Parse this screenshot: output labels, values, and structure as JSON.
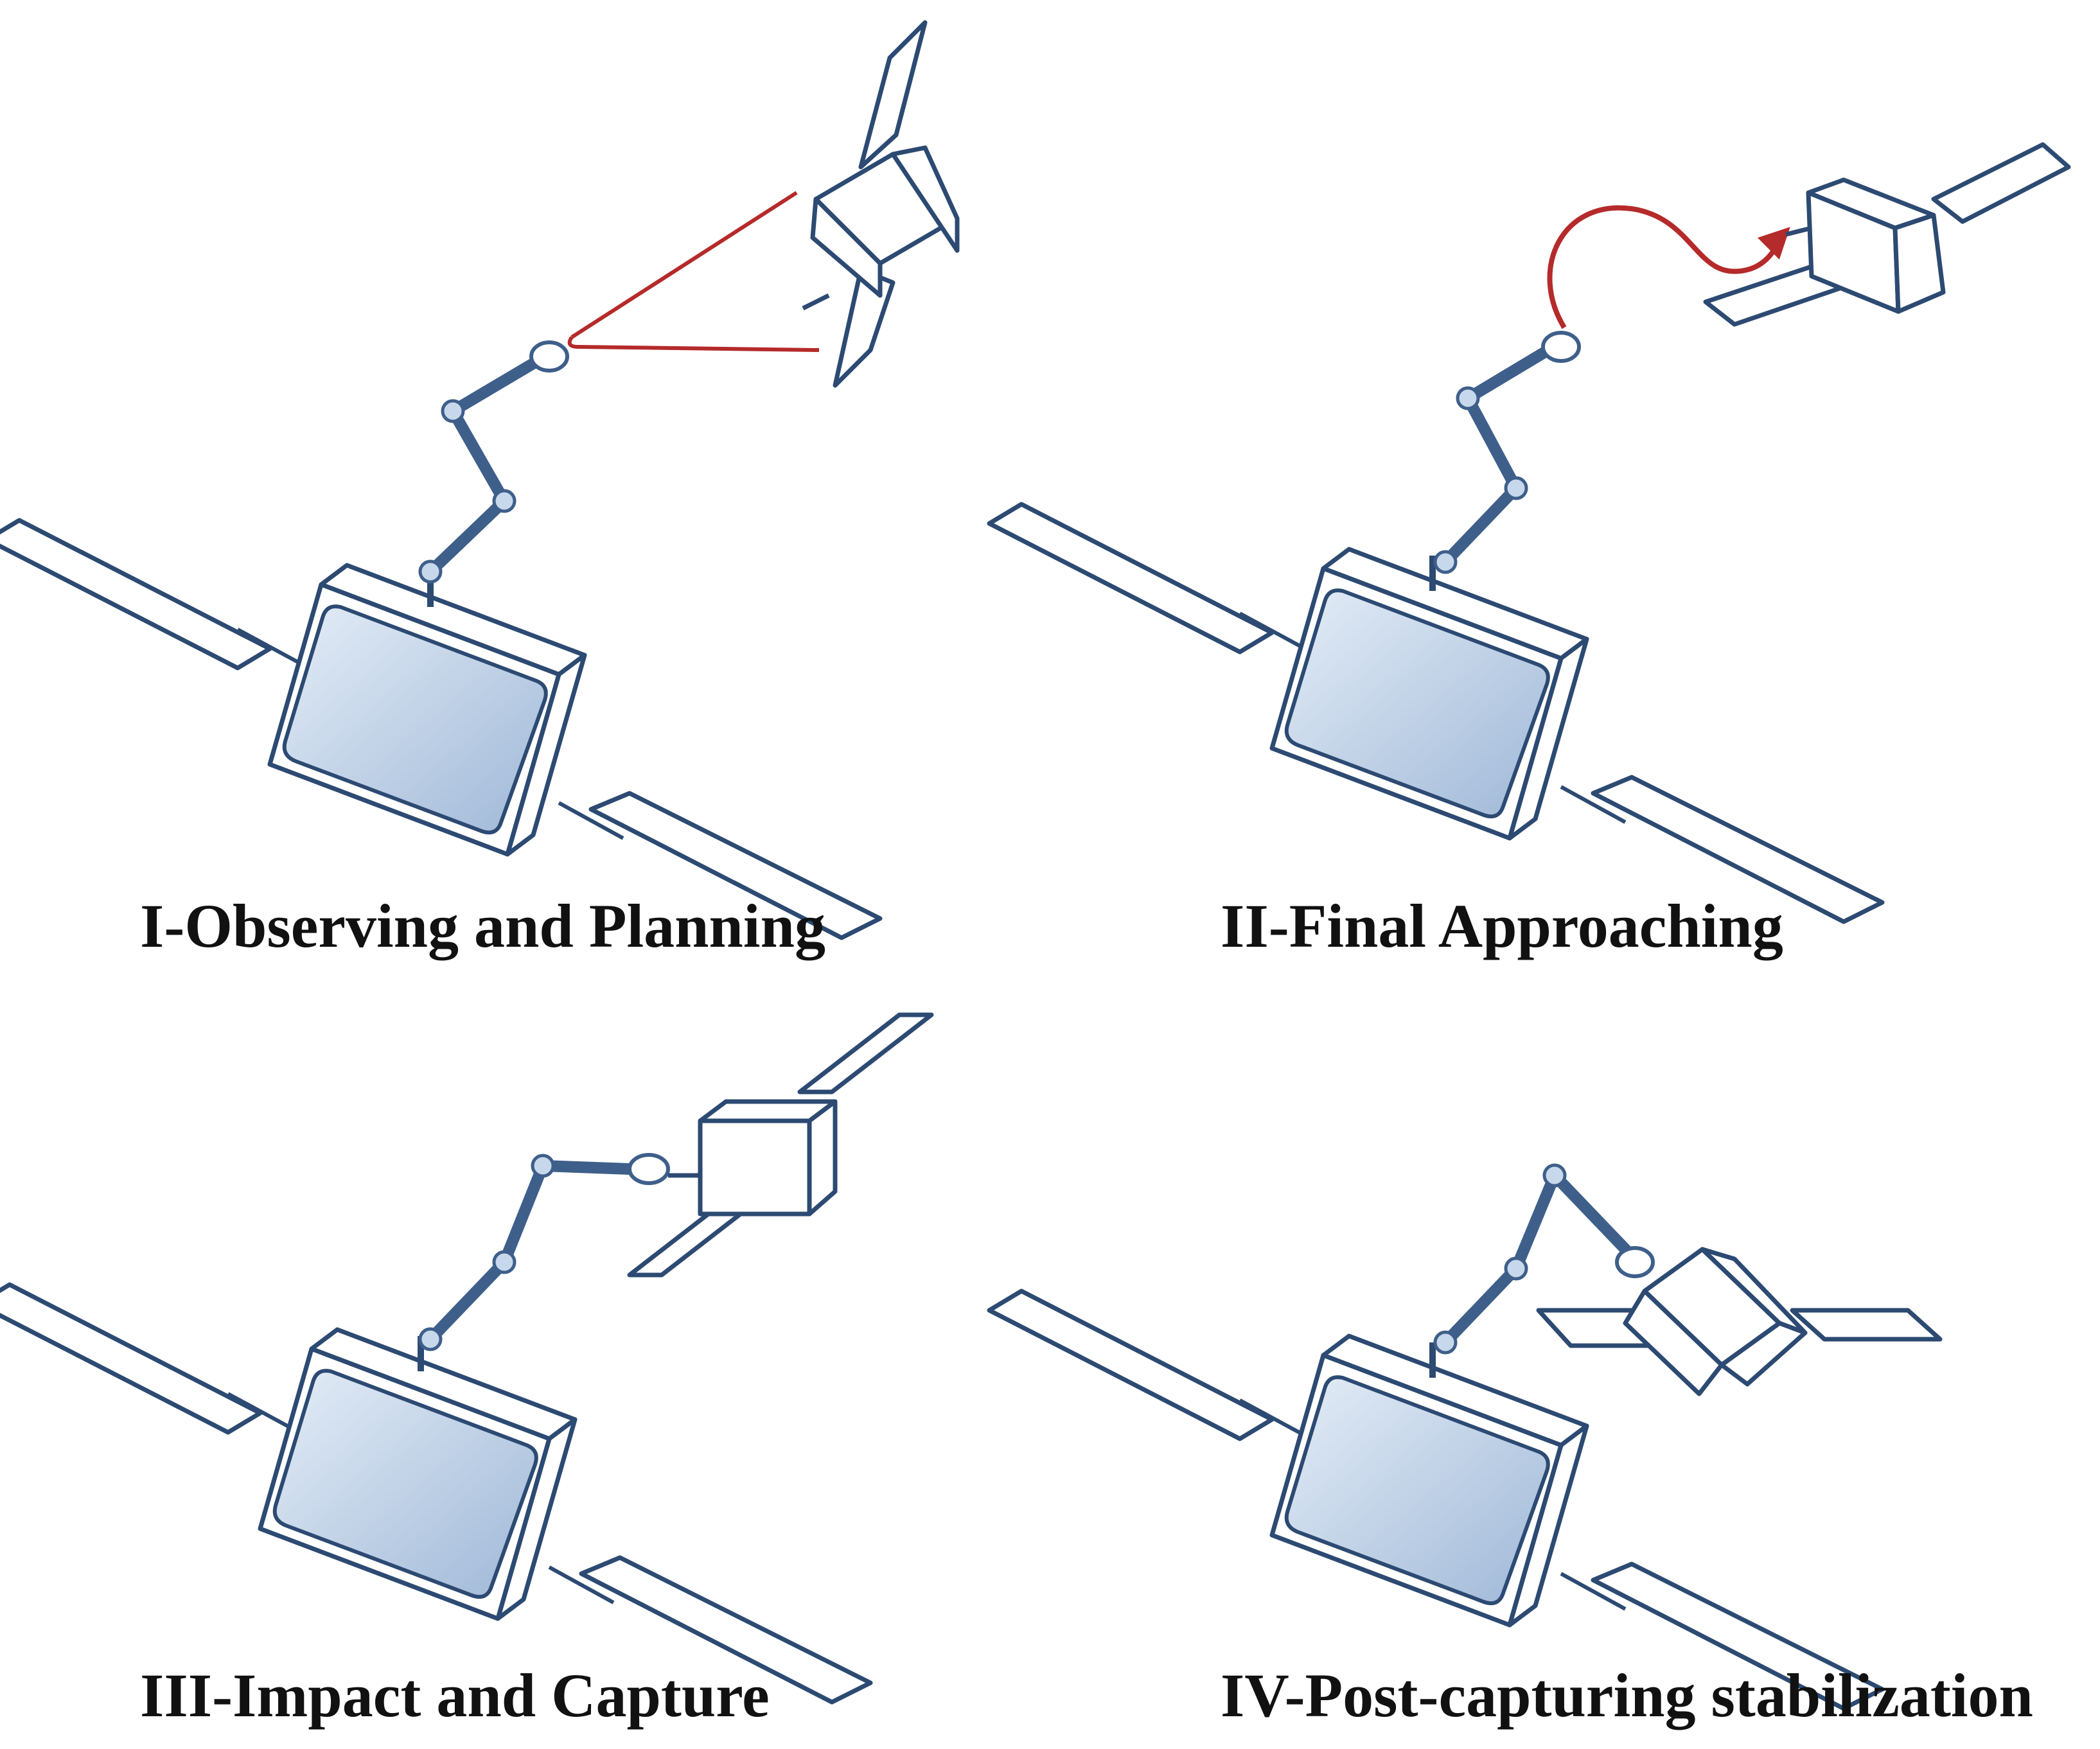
{
  "panels": [
    {
      "caption": "I-Observing and Planning"
    },
    {
      "caption": "II-Final Approaching"
    },
    {
      "caption": "III-Impact and Capture"
    },
    {
      "caption": "IV-Post-capturing stabilization"
    }
  ],
  "colors": {
    "outline": "#2c4a72",
    "body_fill_light": "#dce7f4",
    "body_fill_dark": "#a9c0dc",
    "arm": "#4a6d99",
    "sensor_line": "#b52a2a",
    "trajectory": "#b52a2a",
    "background": "#ffffff",
    "caption_text": "#111111"
  },
  "icons": {
    "servicer": "servicer-satellite-icon",
    "target": "target-satellite-icon",
    "arm": "robotic-arm-icon"
  }
}
